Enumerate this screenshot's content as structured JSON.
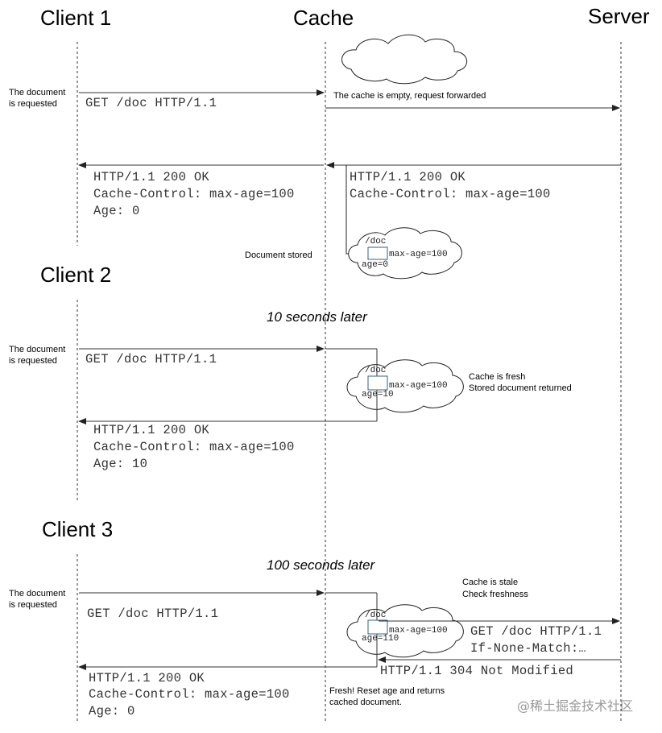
{
  "participants": {
    "client1": "Client 1",
    "cache": "Cache",
    "server": "Server",
    "client2": "Client 2",
    "client3": "Client 3"
  },
  "notes": {
    "requested_l1": "The document",
    "requested_l2": "is requested",
    "cache_empty": "The cache is empty, request forwarded",
    "document_stored": "Document stored",
    "ten_seconds": "10 seconds later",
    "hundred_seconds": "100 seconds later",
    "fresh_l1": "Cache is fresh",
    "fresh_l2": "Stored document returned",
    "stale_l1": "Cache is stale",
    "stale_l2": "Check freshness",
    "reset_l1": "Fresh! Reset age and returns",
    "reset_l2": "cached document."
  },
  "messages": {
    "get_doc": "GET /doc HTTP/1.1",
    "status_200": "HTTP/1.1 200 OK",
    "cache_control": "Cache-Control: max-age=100",
    "age_0": "Age: 0",
    "age_10": "Age: 10",
    "if_none_match": "If-None-Match:…",
    "status_304": "HTTP/1.1 304 Not Modified"
  },
  "cache_entries": {
    "path": "/doc",
    "max_age": "max-age=100",
    "age_0": "age=0",
    "age_10": "age=10",
    "age_110": "age=110"
  },
  "watermark": "@稀土掘金技术社区"
}
